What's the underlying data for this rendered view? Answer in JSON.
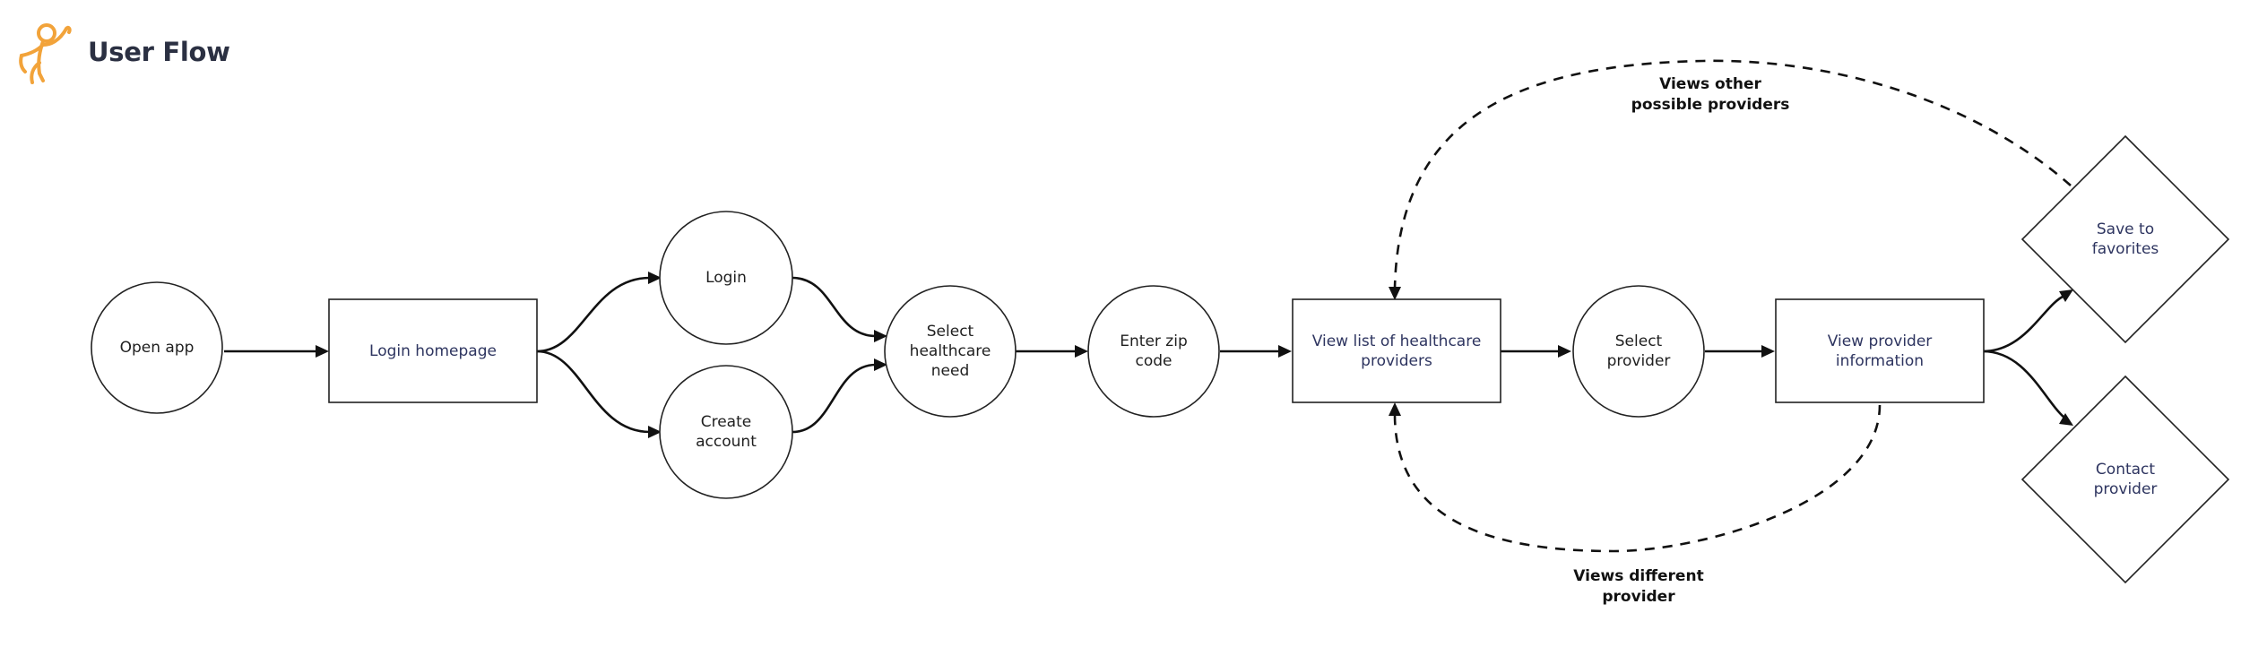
{
  "header": {
    "title": "User Flow",
    "logo_icon": "person-waving-icon",
    "logo_color": "#f2a33a"
  },
  "nodes": {
    "open_app": "Open app",
    "login_homepage": "Login homepage",
    "login": "Login",
    "create_account": "Create\naccount",
    "select_need": "Select\nhealthcare\nneed",
    "enter_zip": "Enter zip\ncode",
    "view_list": "View list of healthcare\nproviders",
    "select_provider": "Select\nprovider",
    "view_info": "View provider\ninformation",
    "save_favorites": "Save to\nfavorites",
    "contact_provider": "Contact\nprovider"
  },
  "edge_labels": {
    "views_other": "Views other\npossible providers",
    "views_different": "Views different\nprovider"
  }
}
